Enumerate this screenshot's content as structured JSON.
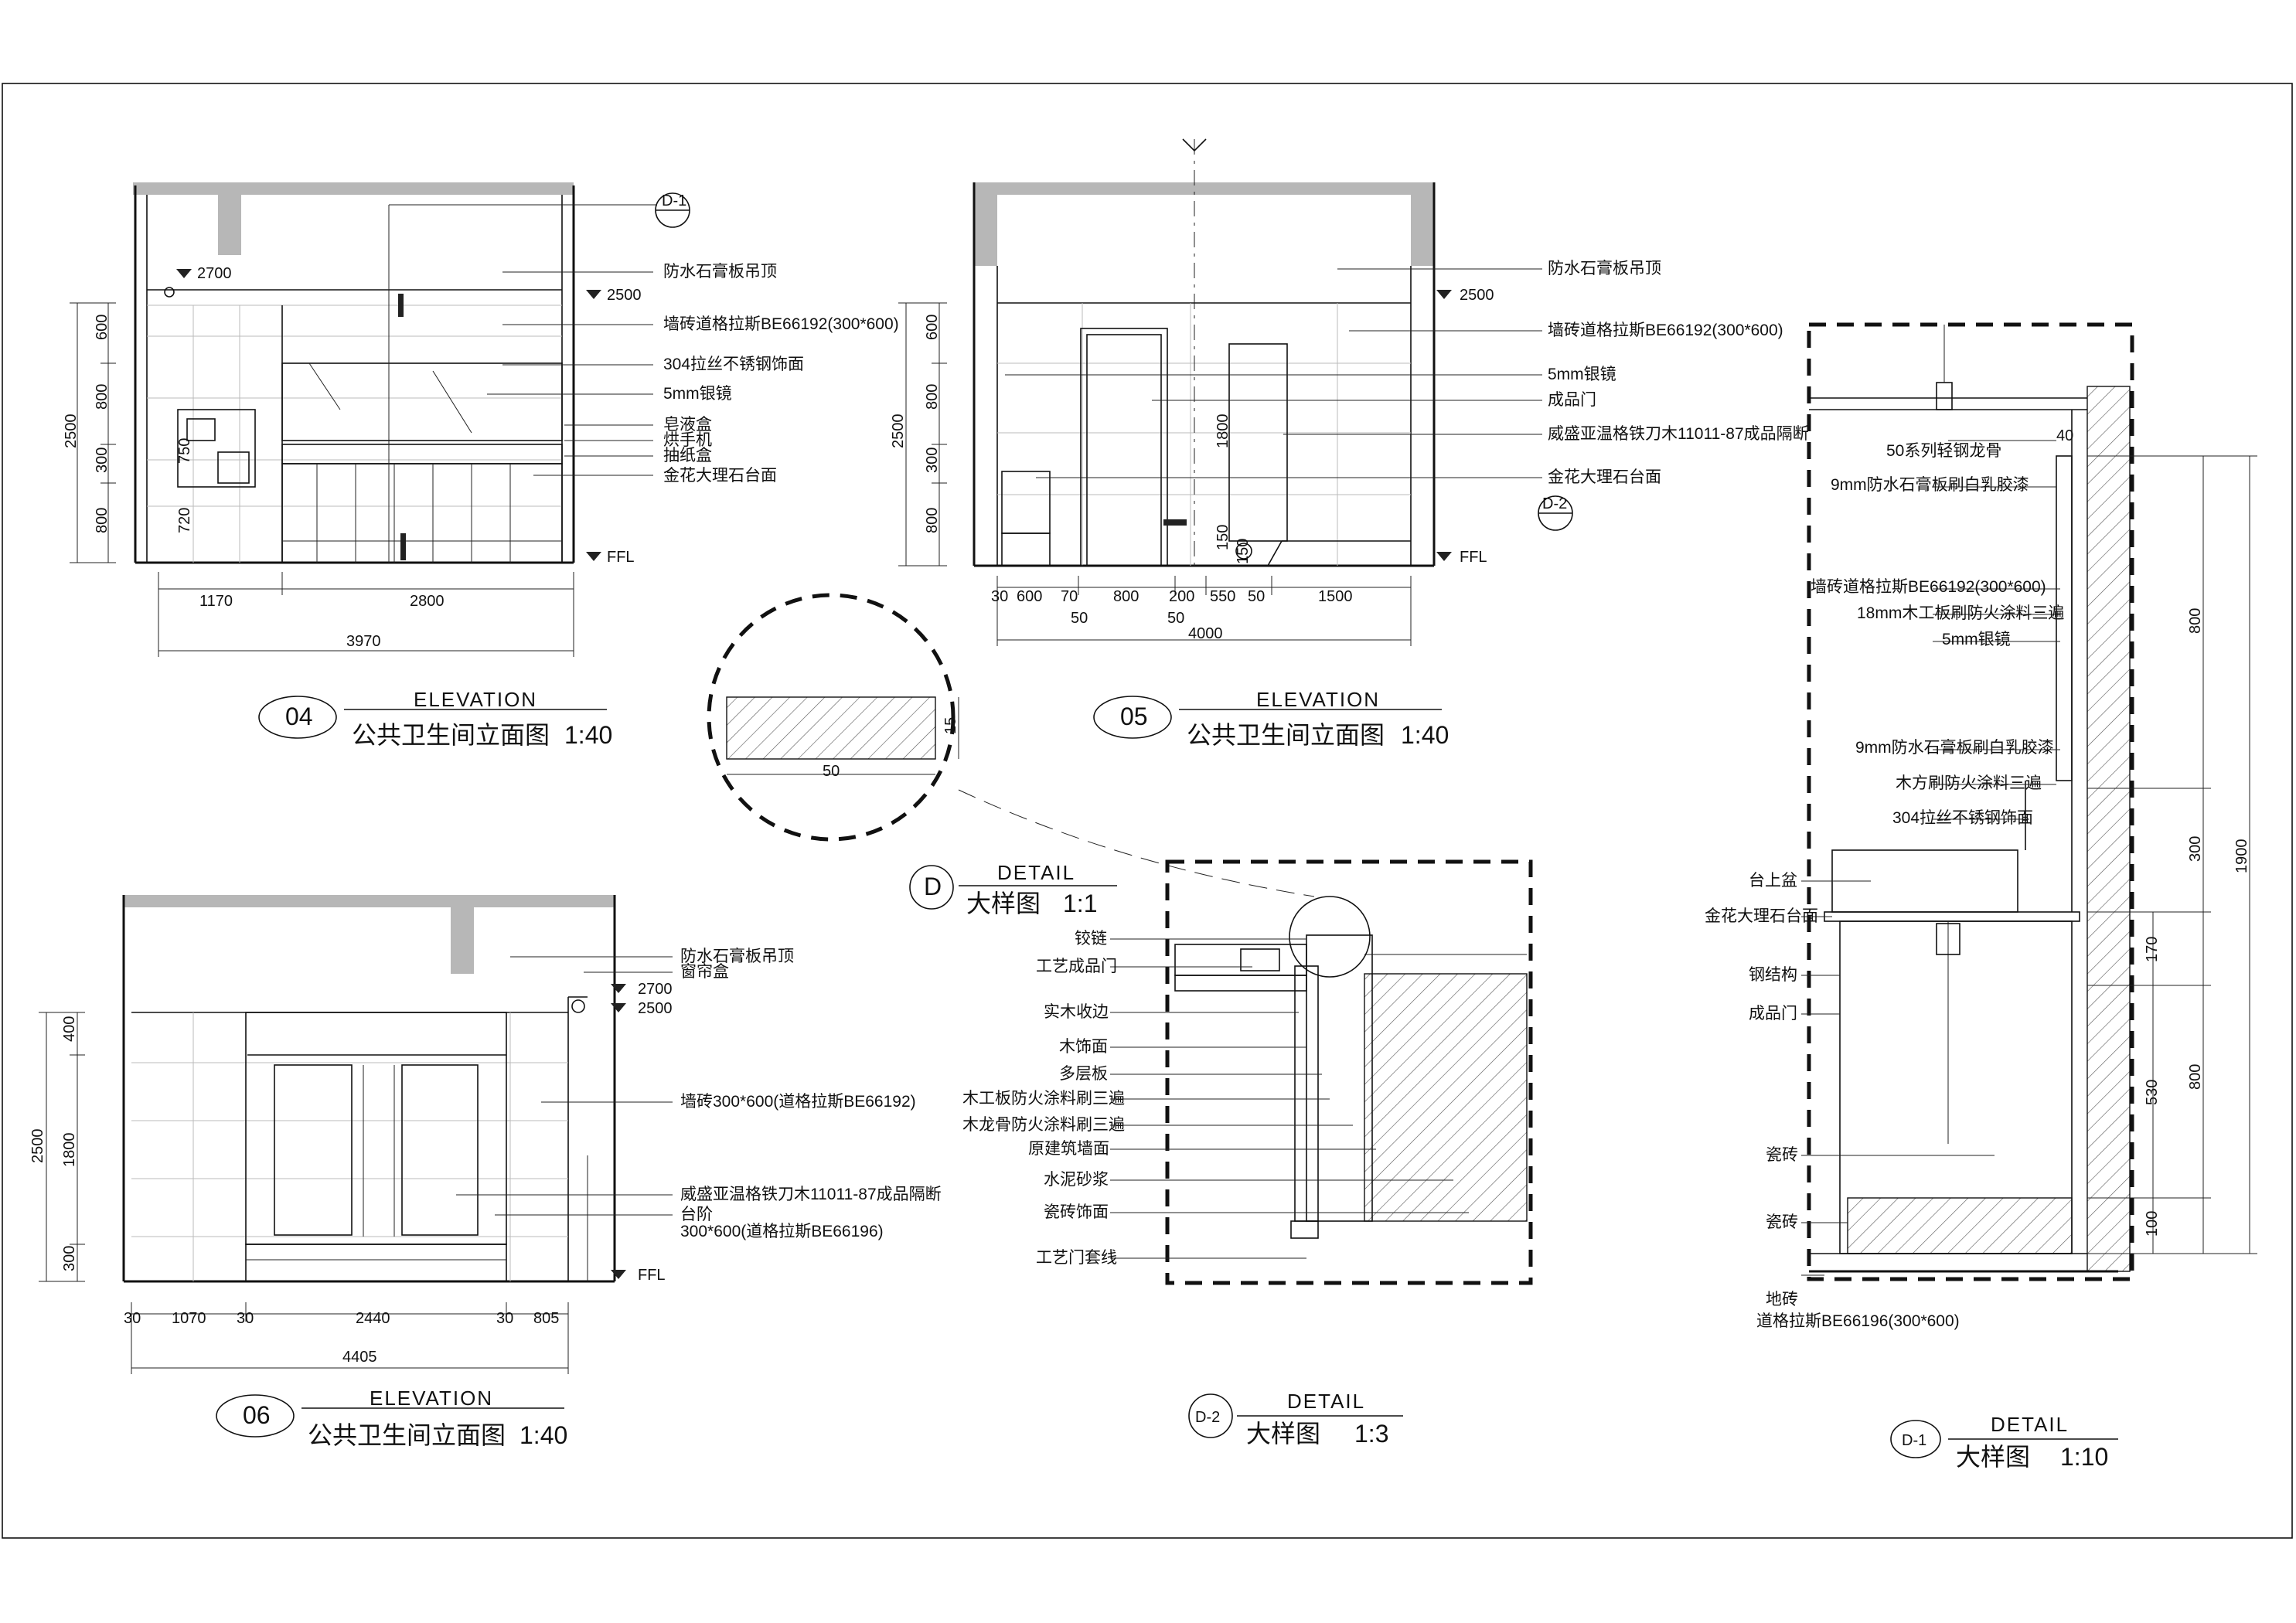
{
  "elevation_04": {
    "bubble": "04",
    "label_en": "ELEVATION",
    "label_cn": "公共卫生间立面图",
    "scale": "1:40",
    "levels": [
      "2700",
      "2500",
      "FFL"
    ],
    "annotations": [
      "防水石膏板吊顶",
      "墙砖道格拉斯BE66192(300*600)",
      "304拉丝不锈钢饰面",
      "5mm银镜",
      "皂液盒",
      "烘手机",
      "抽纸盒",
      "金花大理石台面"
    ],
    "marker": "D-1",
    "dims_v": [
      "600",
      "800",
      "300",
      "800",
      "2500",
      "750",
      "720"
    ],
    "dims_h": [
      "1170",
      "2800",
      "3970"
    ]
  },
  "elevation_05": {
    "bubble": "05",
    "label_en": "ELEVATION",
    "label_cn": "公共卫生间立面图",
    "scale": "1:40",
    "levels": [
      "2500",
      "FFL"
    ],
    "annotations": [
      "防水石膏板吊顶",
      "墙砖道格拉斯BE66192(300*600)",
      "5mm银镜",
      "成品门",
      "威盛亚温格铁刀木11011-87成品隔断",
      "金花大理石台面"
    ],
    "marker": "D-2",
    "dims_v": [
      "600",
      "800",
      "300",
      "800",
      "2500",
      "1800",
      "150",
      "150"
    ],
    "dims_h": [
      "30",
      "600",
      "70",
      "800",
      "200",
      "550",
      "50",
      "1500",
      "50",
      "50",
      "4000"
    ]
  },
  "elevation_06": {
    "bubble": "06",
    "label_en": "ELEVATION",
    "label_cn": "公共卫生间立面图",
    "scale": "1:40",
    "levels": [
      "2700",
      "2500",
      "FFL"
    ],
    "annotations": [
      "防水石膏板吊顶",
      "窗帘盒",
      "墙砖300*600(道格拉斯BE66192)",
      "威盛亚温格铁刀木11011-87成品隔断",
      "台阶",
      "300*600(道格拉斯BE66196)"
    ],
    "dims_v": [
      "400",
      "1800",
      "300",
      "2500"
    ],
    "dims_h": [
      "30",
      "1070",
      "30",
      "2440",
      "30",
      "805",
      "4405"
    ]
  },
  "detail_d": {
    "bubble": "D",
    "label_en": "DETAIL",
    "label_cn": "大样图",
    "scale": "1:1",
    "dims": [
      "15",
      "50"
    ]
  },
  "detail_d2": {
    "bubble": "D-2",
    "label_en": "DETAIL",
    "label_cn": "大样图",
    "scale": "1:3",
    "annotations": [
      "铰链",
      "工艺成品门",
      "实木收边",
      "木饰面",
      "多层板",
      "木工板防火涂料刷三遍",
      "木龙骨防火涂料刷三遍",
      "原建筑墙面",
      "水泥砂浆",
      "瓷砖饰面",
      "工艺门套线"
    ]
  },
  "detail_d1": {
    "bubble": "D-1",
    "label_en": "DETAIL",
    "label_cn": "大样图",
    "scale": "1:10",
    "annotations_right": [
      "50系列轻钢龙骨",
      "9mm防水石膏板刷白乳胶漆",
      "墙砖道格拉斯BE66192(300*600)",
      "18mm木工板刷防火涂料三遍",
      "5mm银镜",
      "9mm防水石膏板刷白乳胶漆",
      "木方刷防火涂料三遍",
      "304拉丝不锈钢饰面"
    ],
    "annotations_left": [
      "台上盆",
      "金花大理石台面",
      "钢结构",
      "成品门",
      "瓷砖",
      "瓷砖",
      "地砖",
      "道格拉斯BE66196(300*600)"
    ],
    "dims": [
      "40",
      "800",
      "300",
      "1900",
      "170",
      "800",
      "530",
      "100"
    ]
  }
}
